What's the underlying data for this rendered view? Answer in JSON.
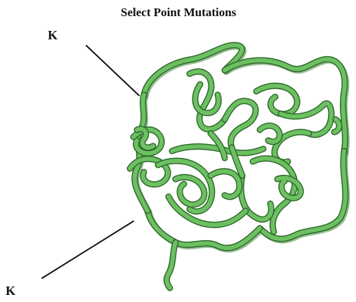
{
  "title": "Select Point Mutations",
  "mutations": [
    {
      "label": "K"
    },
    {
      "label": "K"
    }
  ],
  "colors": {
    "ribbon_fill": "#6cc062",
    "ribbon_edge": "#2f6a2b",
    "ribbon_shadow": "#3f8a3a",
    "pointer_line": "#111111",
    "background": "#ffffff"
  }
}
